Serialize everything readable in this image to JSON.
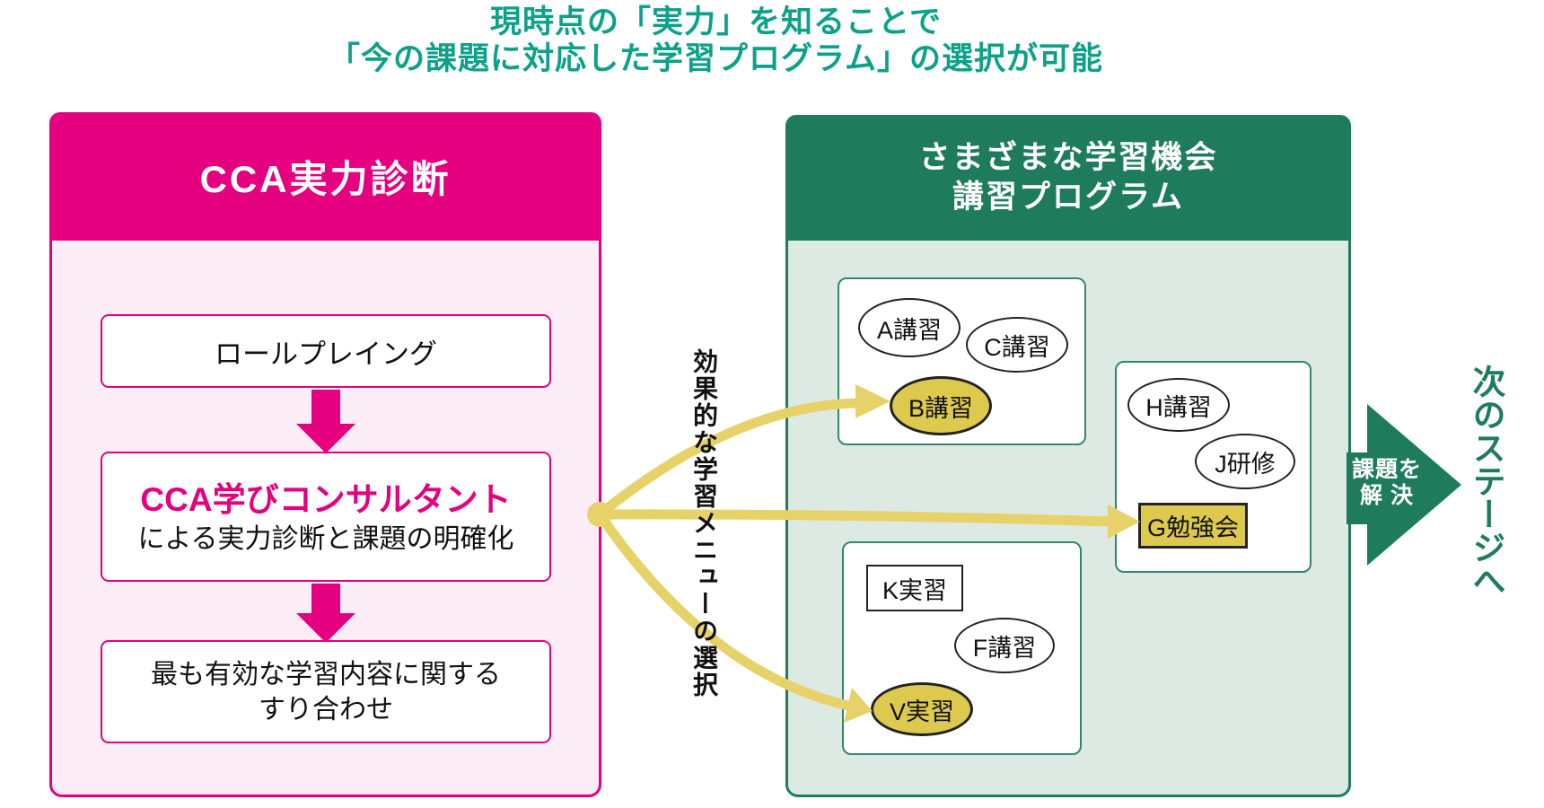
{
  "title": {
    "line1": "現時点の「実力」を知ることで",
    "line2": "「今の課題に対応した学習プログラム」の選択が可能"
  },
  "colors": {
    "magenta": "#E4007F",
    "pink_bg": "#FDEDF6",
    "green": "#1E7C5C",
    "green_bg": "#DCEAE3",
    "teal_title": "#0CA189",
    "yellow_arrow": "#E7D269",
    "yellow_highlight": "#DCC94E"
  },
  "left_panel": {
    "header": "CCA実力診断",
    "step1": "ロールプレイング",
    "step2_highlight": "CCA学びコンサルタント",
    "step2_text": "による実力診断と課題の明確化",
    "step3_line1": "最も有効な学習内容に関する",
    "step3_line2": "すり合わせ"
  },
  "connector": {
    "label": "効果的な学習メニューの選択"
  },
  "right_panel": {
    "header_line1": "さまざまな学習機会",
    "header_line2": "講習プログラム",
    "programs": {
      "a": {
        "label": "A講習",
        "highlighted": false
      },
      "c": {
        "label": "C講習",
        "highlighted": false
      },
      "b": {
        "label": "B講習",
        "highlighted": true
      },
      "h": {
        "label": "H講習",
        "highlighted": false
      },
      "j": {
        "label": "J研修",
        "highlighted": false
      },
      "g": {
        "label": "G勉強会",
        "highlighted": true
      },
      "k": {
        "label": "K実習",
        "highlighted": false
      },
      "f": {
        "label": "F講習",
        "highlighted": false
      },
      "v": {
        "label": "V実習",
        "highlighted": true
      }
    }
  },
  "outcome": {
    "arrow_label_line1": "課題を",
    "arrow_label_line2": "解 決",
    "next_stage": "次のステージへ"
  }
}
